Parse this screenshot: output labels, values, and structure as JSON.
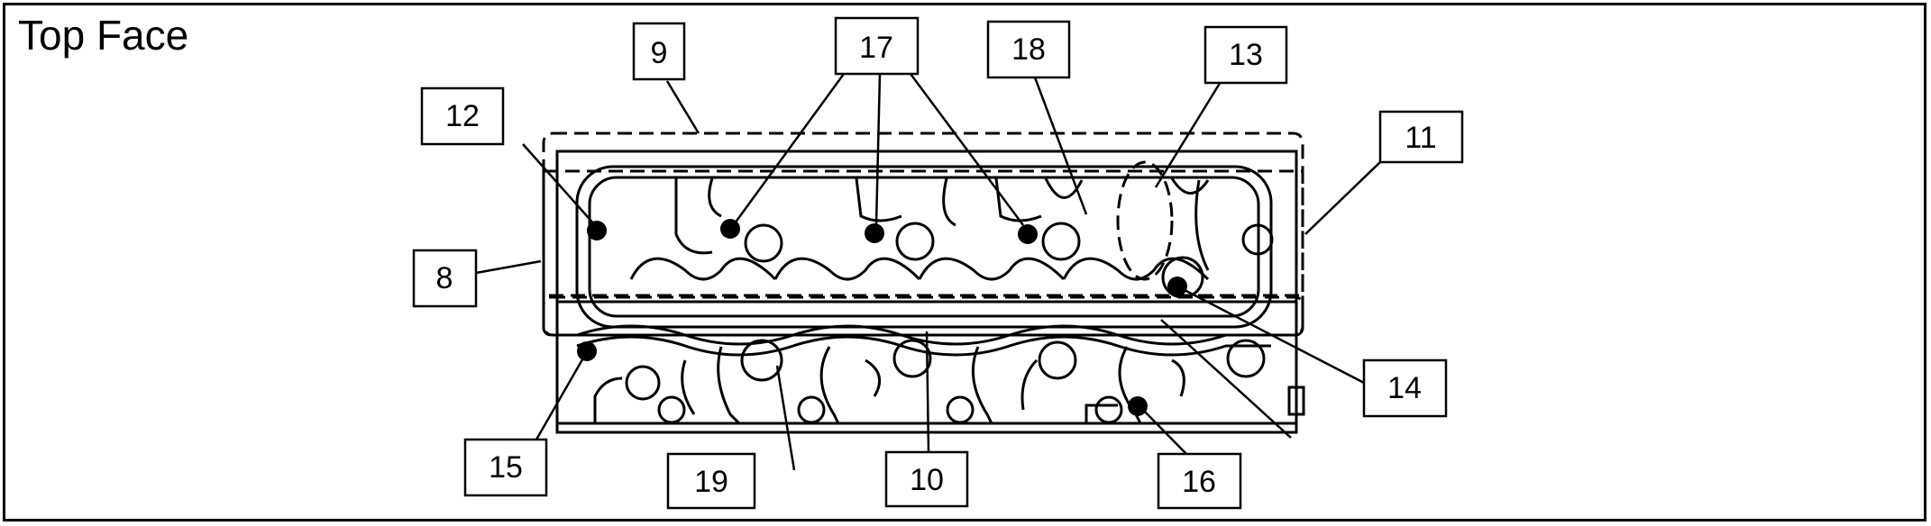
{
  "title": "Top Face",
  "colors": {
    "line": "#000000",
    "background": "#ffffff"
  },
  "labels": {
    "l8": "8",
    "l9": "9",
    "l10": "10",
    "l11": "11",
    "l12": "12",
    "l13": "13",
    "l14": "14",
    "l15": "15",
    "l16": "16",
    "l17": "17",
    "l18": "18",
    "l19": "19"
  }
}
